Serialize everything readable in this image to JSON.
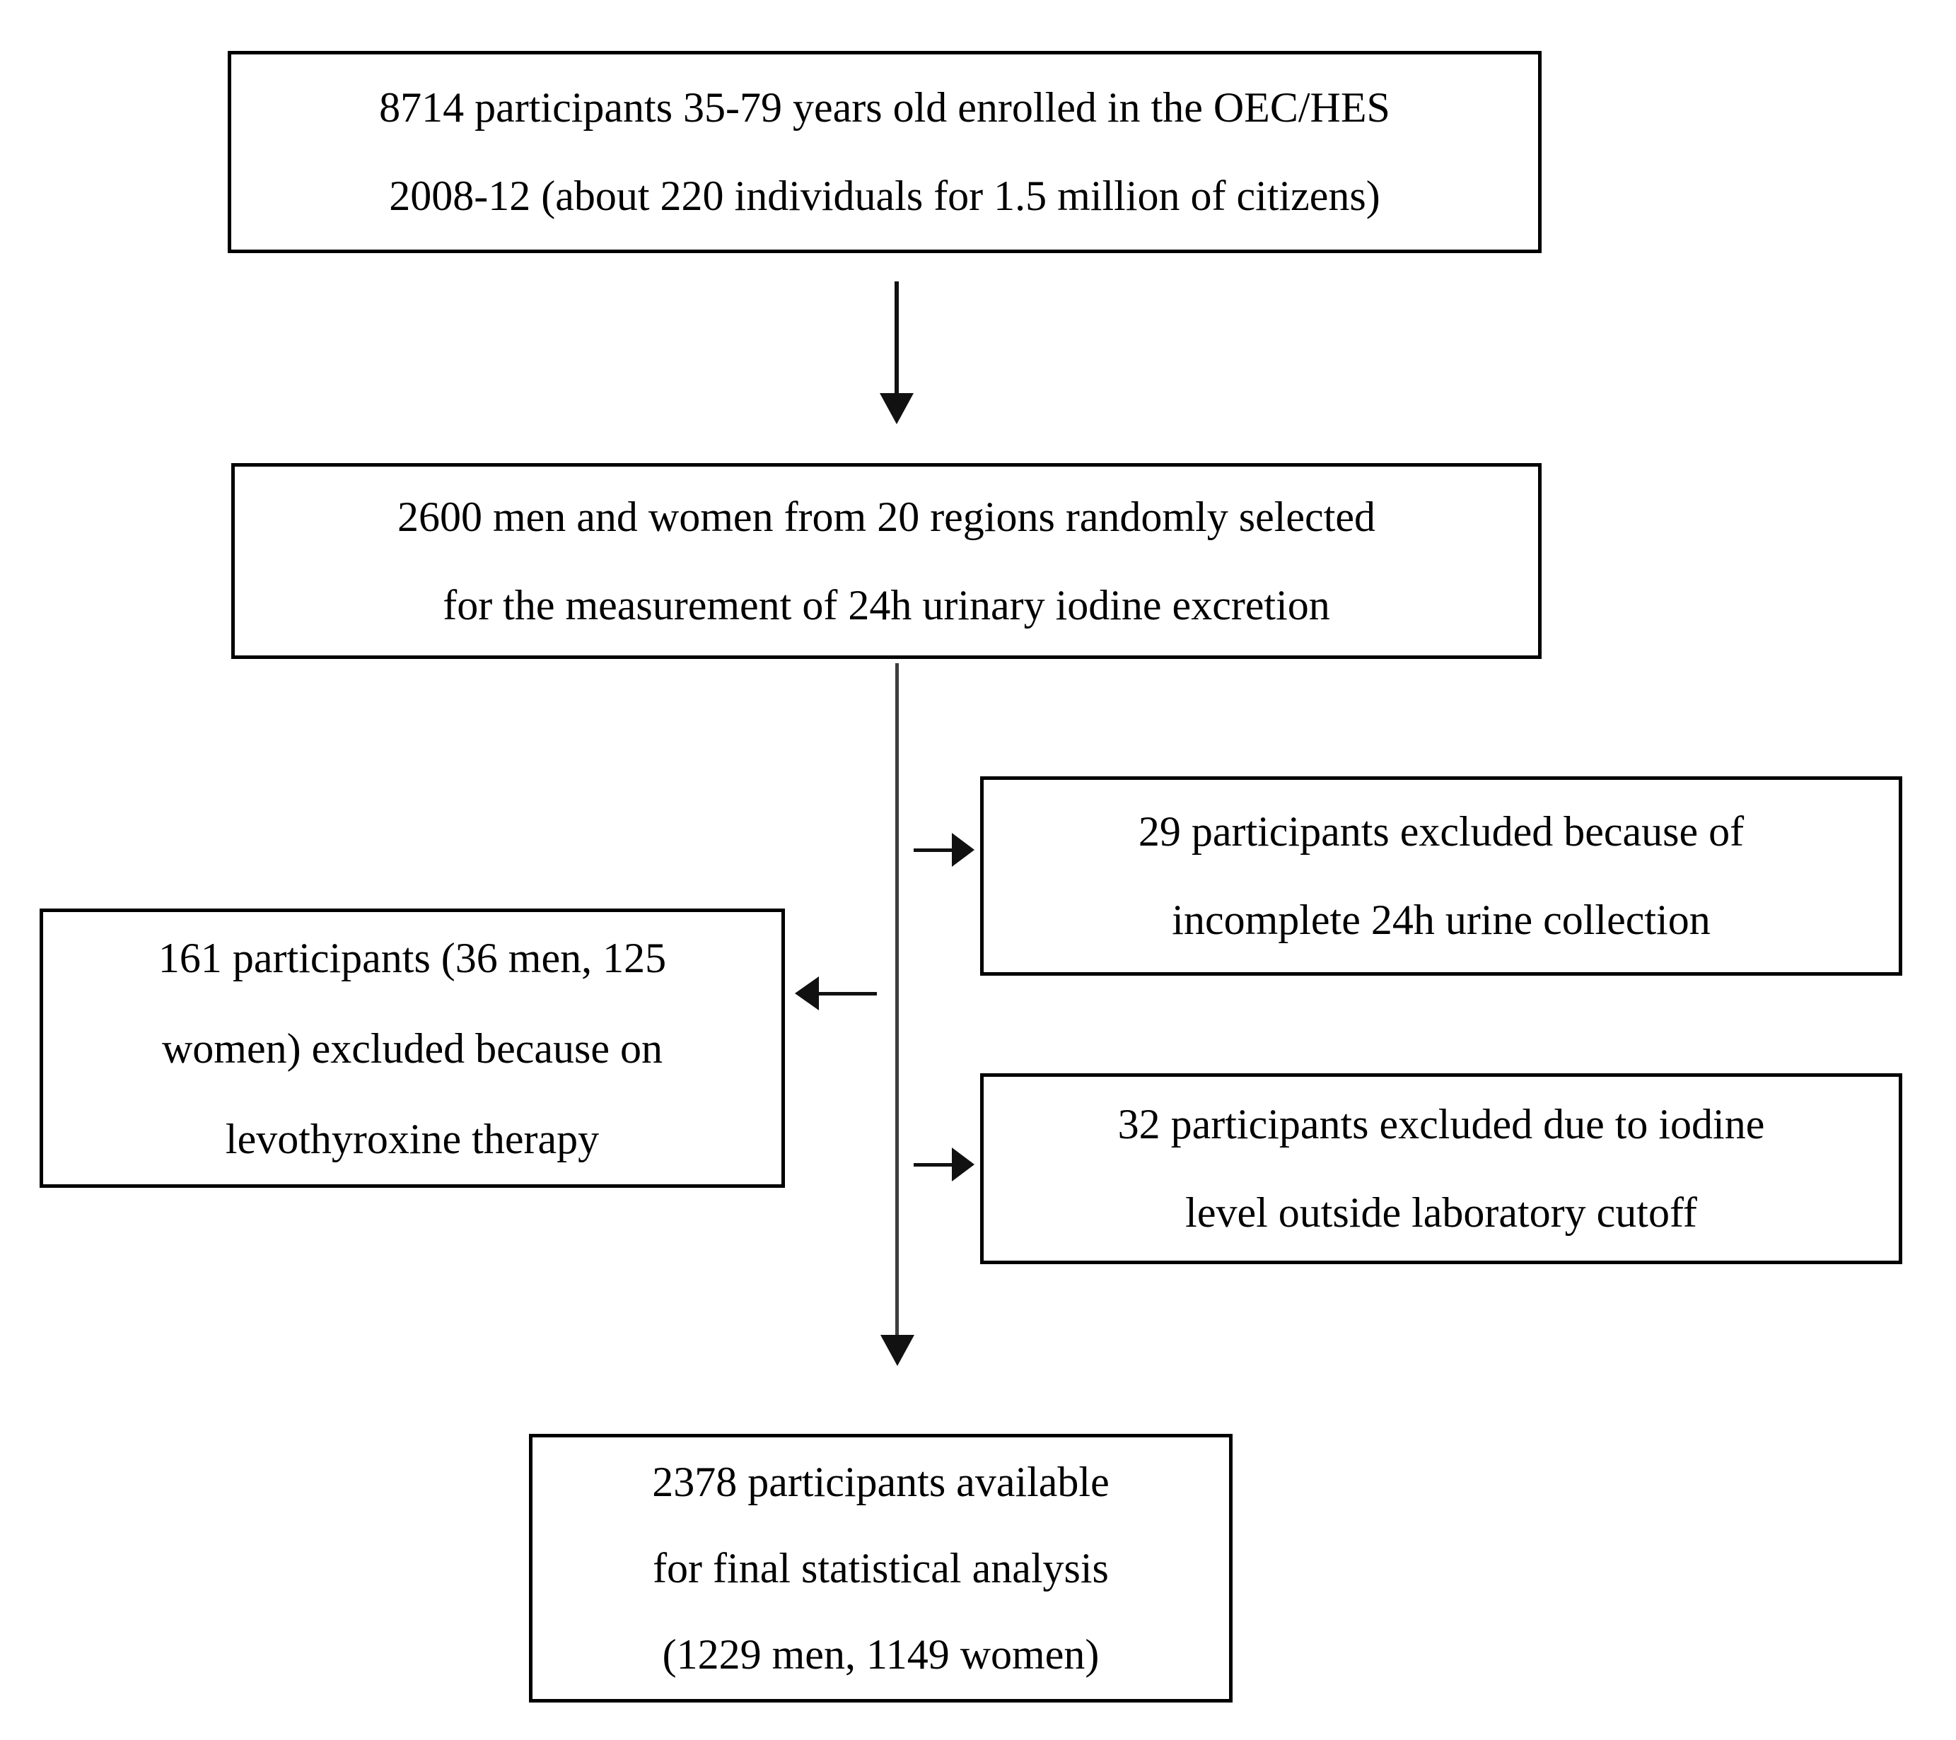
{
  "diagram": {
    "type": "participant-flowchart",
    "boxes": {
      "enrolled": {
        "lines": [
          "8714 participants 35-79 years old enrolled in the OEC/HES",
          "2008-12 (about 220 individuals for 1.5 million of citizens)"
        ]
      },
      "selected": {
        "lines": [
          "2600 men and women from 20 regions randomly selected",
          "for the measurement of 24h urinary iodine excretion"
        ]
      },
      "excluded_incomplete": {
        "lines": [
          "29 participants excluded because of",
          "incomplete 24h urine collection"
        ]
      },
      "excluded_levothyroxine": {
        "lines": [
          "161 participants (36 men, 125",
          "women) excluded because on",
          "levothyroxine therapy"
        ]
      },
      "excluded_iodine_cutoff": {
        "lines": [
          "32 participants excluded due to iodine",
          "level outside laboratory cutoff"
        ]
      },
      "final": {
        "lines": [
          "2378 participants available",
          "for final statistical analysis",
          "(1229 men, 1149 women)"
        ]
      }
    },
    "colors": {
      "border": "#000000",
      "text": "#000000",
      "background": "#ffffff",
      "connector": "#3d3d3d",
      "arrowhead": "#111111"
    }
  }
}
